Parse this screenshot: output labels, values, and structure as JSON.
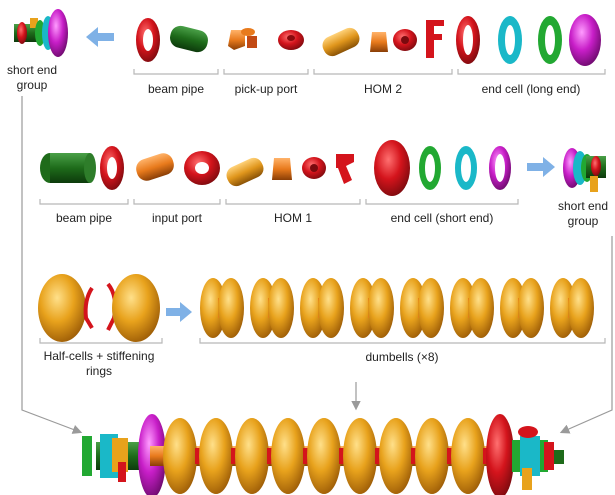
{
  "row1": {
    "short_end_group": "short end group",
    "labels": {
      "beam_pipe": "beam pipe",
      "pickup_port": "pick-up port",
      "hom2": "HOM 2",
      "end_cell_long": "end cell (long end)"
    }
  },
  "row2": {
    "short_end_group": "short end group",
    "labels": {
      "beam_pipe": "beam pipe",
      "input_port": "input port",
      "hom1": "HOM 1",
      "end_cell_short": "end cell (short end)"
    }
  },
  "row3": {
    "half_cells": "Half-cells + stiffening rings",
    "dumbells": "dumbells (×8)"
  },
  "colors": {
    "red": "#d4141c",
    "dark_green": "#1e6b1a",
    "green": "#22a832",
    "cyan": "#1ab8c8",
    "magenta": "#c81ec8",
    "orange": "#e87a1c",
    "gold": "#e8a21c",
    "arrow_blue": "#7fb1e6",
    "bracket_gray": "#b8b8b8"
  }
}
